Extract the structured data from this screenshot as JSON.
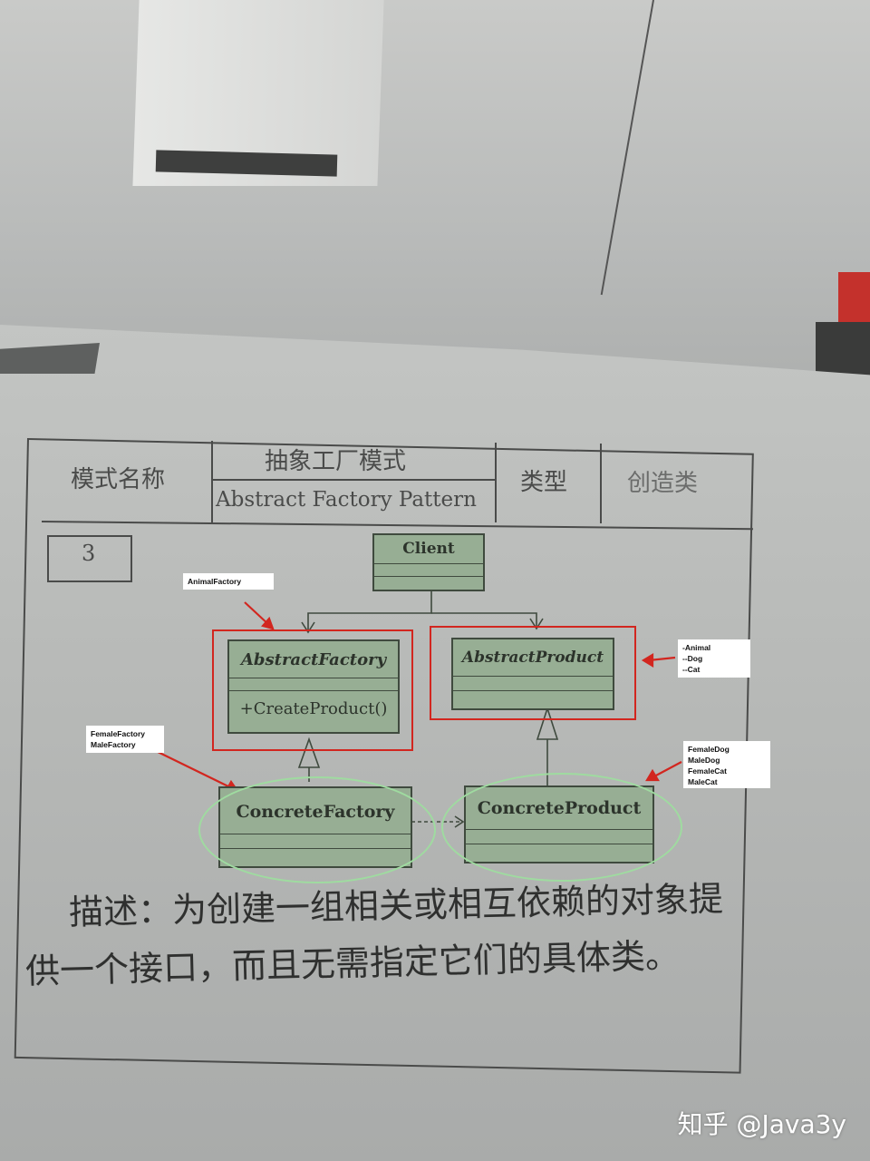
{
  "table": {
    "pattern_name_label": "模式名称",
    "pattern_name_cn": "抽象工厂模式",
    "pattern_name_en": "Abstract Factory Pattern",
    "type_label": "类型",
    "type_value": "创造类",
    "number": "3"
  },
  "uml": {
    "client": "Client",
    "abstract_factory": "AbstractFactory",
    "abstract_factory_method": "+CreateProduct()",
    "abstract_product": "AbstractProduct",
    "concrete_factory": "ConcreteFactory",
    "concrete_product": "ConcreteProduct"
  },
  "annotations": {
    "animal_factory": "AnimalFactory",
    "animal_lines": [
      "-Animal",
      "--Dog",
      "--Cat"
    ],
    "factory_lines": [
      "FemaleFactory",
      "MaleFactory"
    ],
    "product_lines": [
      "FemaleDog",
      "MaleDog",
      "FemaleCat",
      "MaleCat"
    ]
  },
  "description": {
    "line1": "描述：为创建一组相关或相互依赖的对象提",
    "line2": "供一个接口，而且无需指定它们的具体类。"
  },
  "watermark": "知乎 @Java3y",
  "colors": {
    "uml_fill": "#97ae94",
    "annotation_red": "#d2261f",
    "ellipse_green": "#9fdba0"
  }
}
